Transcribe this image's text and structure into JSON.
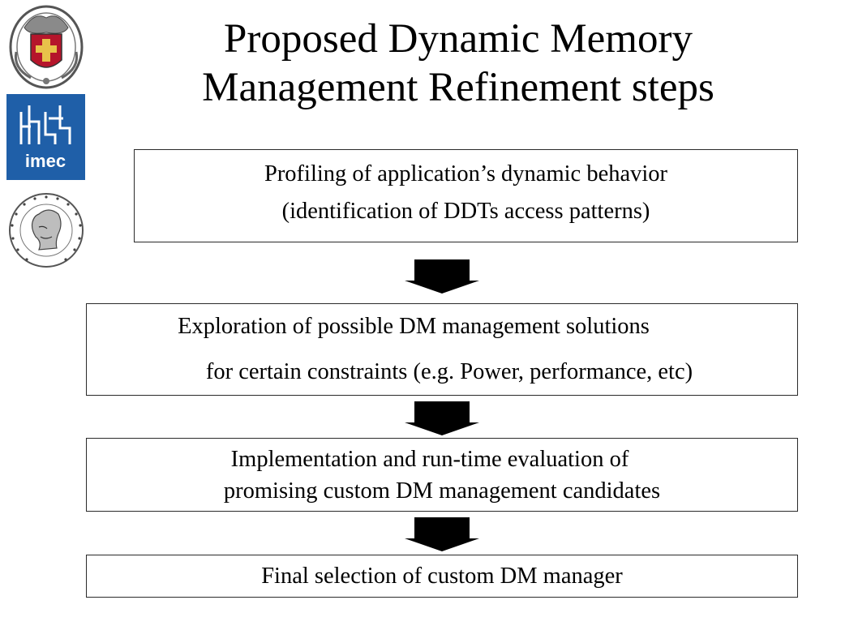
{
  "title": {
    "line1": "Proposed Dynamic Memory",
    "line2": "Management Refinement steps"
  },
  "logos": {
    "imec_text": "imec"
  },
  "steps": [
    {
      "line1": "Profiling of application’s dynamic behavior",
      "line2": "(identification of DDTs access patterns)"
    },
    {
      "line1": "Exploration of possible DM management solutions",
      "line2": "for certain constraints (e.g. Power, performance, etc)"
    },
    {
      "line1": "Implementation and run-time evaluation of",
      "line2": "promising custom DM management candidates"
    },
    {
      "line1": "Final selection of custom DM manager"
    }
  ],
  "colors": {
    "imec_blue": "#1f5fa8",
    "ucm_red": "#b5152b",
    "arrow": "#000000"
  }
}
